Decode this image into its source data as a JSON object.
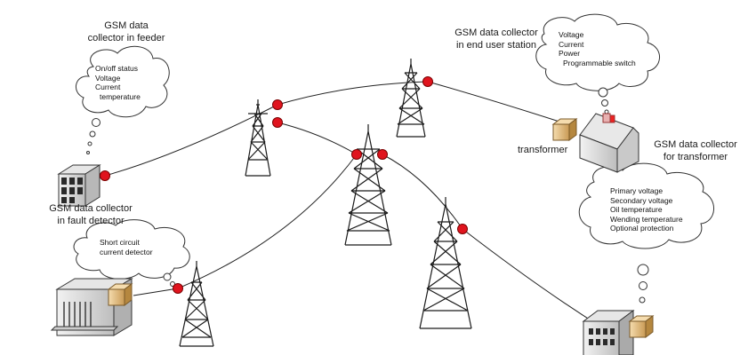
{
  "feeder_collector": {
    "title_line1": "GSM data",
    "title_line2": "collector in feeder",
    "bubble": [
      "On/off status",
      "Voltage",
      "Current",
      "temperature"
    ]
  },
  "end_user_collector": {
    "title_line1": "GSM data collector",
    "title_line2": "in end user station",
    "bubble": [
      "Voltage",
      "Current",
      "Power",
      "Programmable switch"
    ]
  },
  "transformer_label": "transformer",
  "transformer_collector": {
    "title_line1": "GSM data collector",
    "title_line2": "for transformer",
    "bubble": [
      "Primary voltage",
      "Secondary voltage",
      "Oil temperature",
      "Wending temperature",
      "Optional protection"
    ]
  },
  "fault_detector": {
    "title_line1": "GSM data collector",
    "title_line2": "in fault detector",
    "bubble": [
      "Short circuit",
      "current detector"
    ]
  },
  "colors": {
    "node": "#e0141e",
    "line": "#222222",
    "tower": "#1a1a1a",
    "bubble_fill": "#ffffff",
    "box_tan": "#e7c58c"
  }
}
